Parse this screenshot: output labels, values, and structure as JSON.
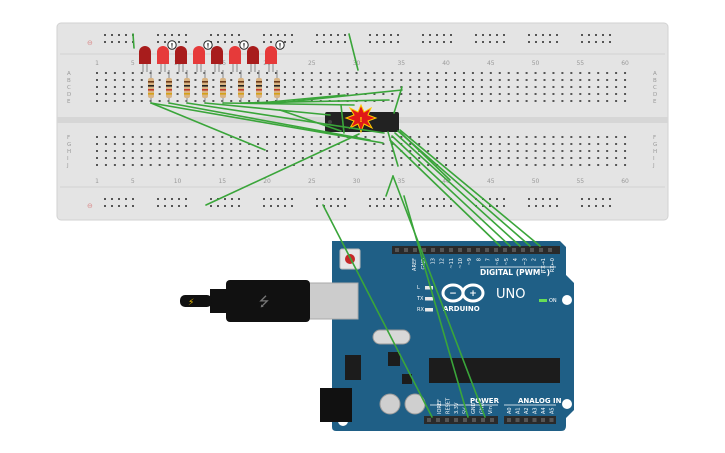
{
  "breadboard": {
    "column_numbers_top": [
      "1",
      "5",
      "10",
      "15",
      "20",
      "25",
      "30",
      "35",
      "40",
      "45",
      "50",
      "55",
      "60"
    ],
    "column_numbers_bottom": [
      "1",
      "5",
      "10",
      "15",
      "20",
      "25",
      "30",
      "35",
      "40",
      "45",
      "50",
      "55",
      "60"
    ],
    "row_letters_top": [
      "A",
      "B",
      "C",
      "D",
      "E"
    ],
    "row_letters_bottom": [
      "F",
      "G",
      "H",
      "I",
      "J"
    ]
  },
  "leds": {
    "colors": [
      "#a81c1c",
      "#e63a3a",
      "#a81c1c",
      "#e63a3a",
      "#a81c1c",
      "#e63a3a",
      "#a81c1c",
      "#e63a3a"
    ],
    "warning_icon_text": "!"
  },
  "chip": {
    "alert_text": "!"
  },
  "arduino": {
    "model_label": "UNO",
    "brand_label": "ARDUINO",
    "digital_header_label": "DIGITAL (PWM~)",
    "power_label": "POWER",
    "analog_label": "ANALOG IN",
    "on_label": "ON",
    "led_labels": [
      "L",
      "TX",
      "RX"
    ],
    "top_pin_labels": [
      "AREF",
      "GND",
      "13",
      "12",
      "~11",
      "~10",
      "~9",
      "8",
      "7",
      "~6",
      "~5",
      "4",
      "~3",
      "2",
      "TX→1",
      "RX←0"
    ],
    "power_pin_labels": [
      "IOREF",
      "RESET",
      "3.3V",
      "5V",
      "GND",
      "GND",
      "Vin"
    ],
    "analog_pin_labels": [
      "A0",
      "A1",
      "A2",
      "A3",
      "A4",
      "A5"
    ]
  },
  "usb": {
    "symbol": "⭍"
  },
  "colors": {
    "board_bg": "#e4e4e4",
    "wire_green": "#3aa53a",
    "arduino_blue": "#1f5f86",
    "rail_red": "#e08a8a",
    "rail_blue": "#8aa8d8"
  }
}
